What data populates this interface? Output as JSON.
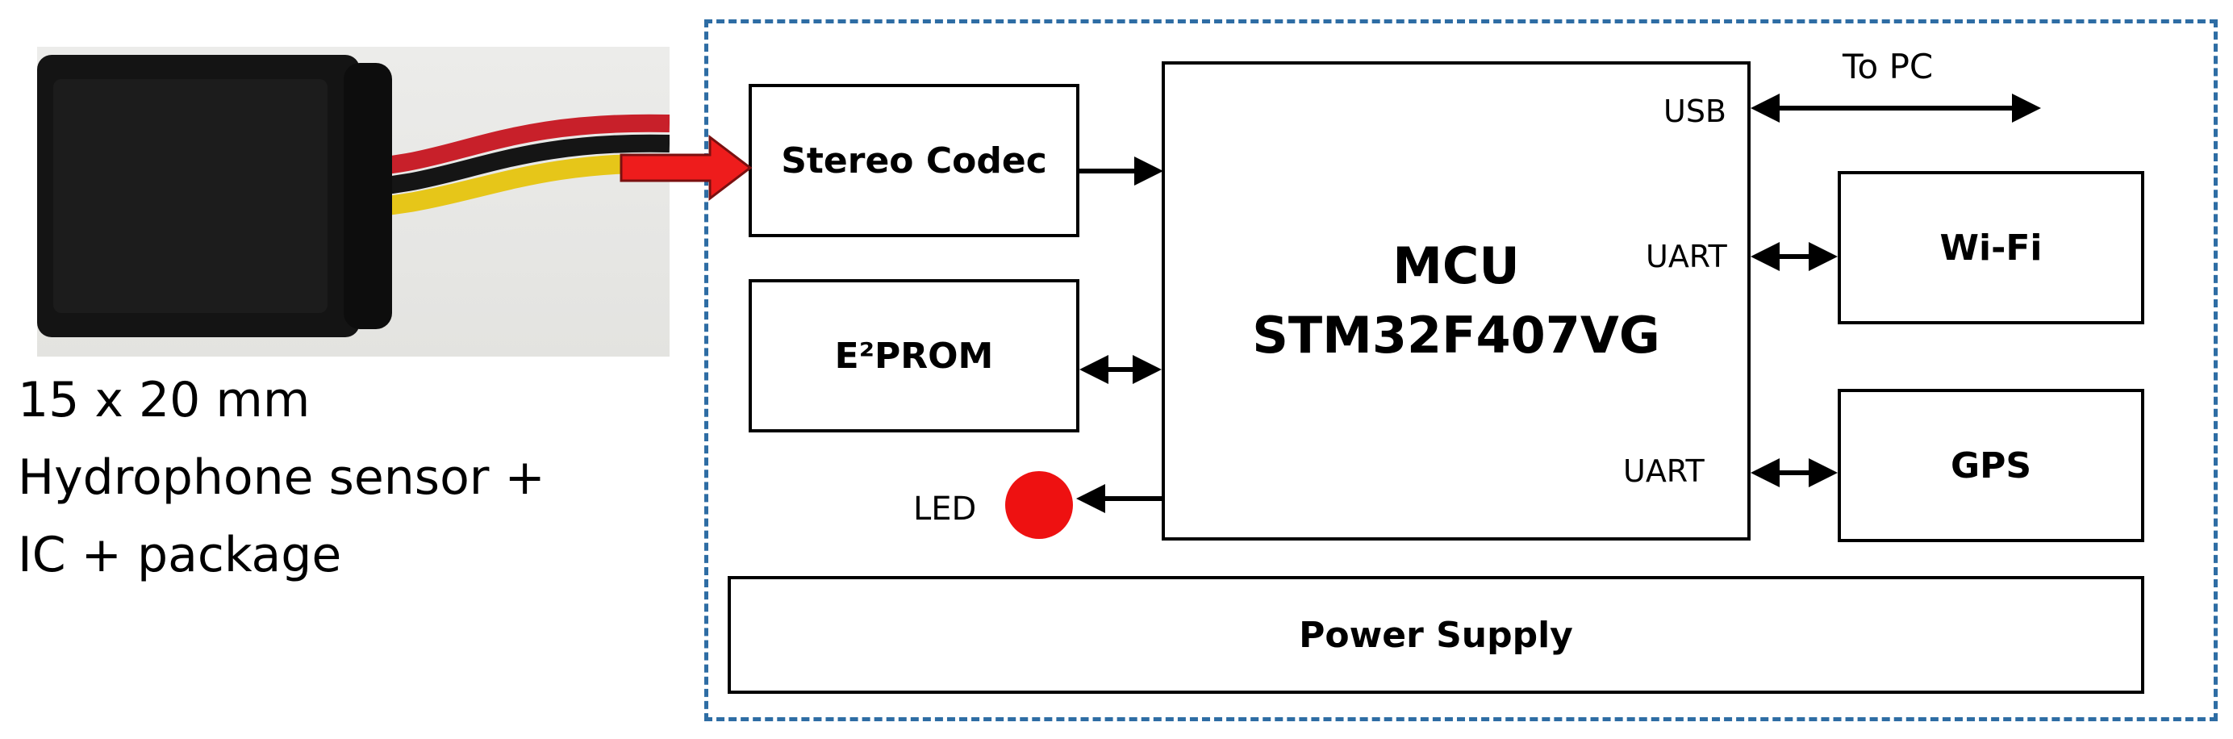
{
  "photo": {
    "caption_lines": [
      "15  x 20  mm",
      "Hydrophone sensor +",
      "IC + package"
    ]
  },
  "blocks": {
    "stereo_codec": "Stereo Codec",
    "eeprom": "E²PROM",
    "mcu_line1": "MCU",
    "mcu_line2": "STM32F407VG",
    "wifi": "Wi-Fi",
    "gps": "GPS",
    "power_supply": "Power Supply",
    "led": "LED"
  },
  "ports": {
    "usb": "USB",
    "uart_wifi": "UART",
    "uart_gps": "UART",
    "to_pc": "To PC"
  },
  "colors": {
    "dashed_border": "#2e6da4",
    "arrow_red": "#ee1c1c",
    "led_red": "#ee1111"
  }
}
